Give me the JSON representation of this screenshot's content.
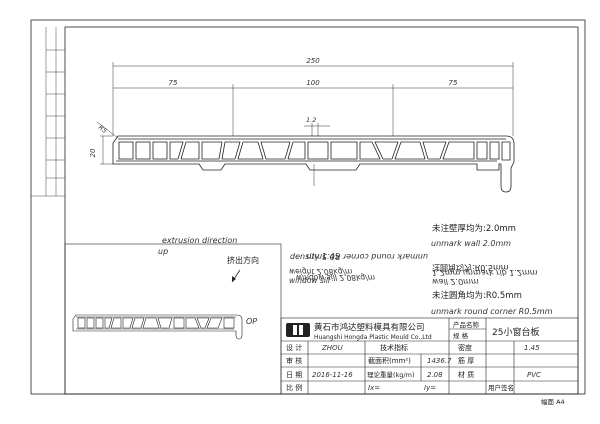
{
  "dimensions": {
    "overall": "250",
    "left": "75",
    "middle": "100",
    "right": "75",
    "height": "20",
    "rib": "1.2",
    "chamfer": "R5"
  },
  "extrusion": {
    "label": "extrusion direction",
    "up": "up",
    "op": "OP",
    "cn_label": "挤出方向"
  },
  "density_note": {
    "en": "density 1.45",
    "en_flipped": "weight 2.08kg/m",
    "en2": "window sill",
    "en2_flipped": "window sill 2.08kg/m"
  },
  "wall_notes": {
    "cn1": "未注壁厚均为:2.0mm",
    "en1": "unmark wall 2.0mm",
    "en1_flipped": "unmark round corner R0.5mm",
    "cn2_flipped": "注圆角均为:R0.5mm",
    "en2_flipped": "1.2mm unmark rib 1.2mm",
    "en3_flipped": "wall 2.0mm",
    "cn3": "未注圆角均为:R0.5mm",
    "en3": "unmark round corner R0.5mm"
  },
  "title_block": {
    "company_cn": "黄石市鸿达塑料模具有限公司",
    "company_en": "Huangshi Hongda Plastic Mould Co.,Ltd",
    "product_name_label": "产品名称",
    "spec_label": "规 格",
    "product_name": "25小窗台板",
    "rows": [
      {
        "label": "设 计",
        "value": "ZHOU",
        "tech_label": "技术指标",
        "tech_value": "",
        "right_label": "密度",
        "right_value": "1.45"
      },
      {
        "label": "审 核",
        "value": "",
        "tech_label": "截面积(mm²)",
        "tech_value": "1436.7",
        "right_label": "筋 厚",
        "right_value": ""
      },
      {
        "label": "日 期",
        "value": "2016-11-16",
        "tech_label": "理论重量(kg/m)",
        "tech_value": "2.08",
        "right_label": "材 质",
        "right_value": "PVC"
      },
      {
        "label": "比 例",
        "value": "",
        "tech_label": "Ix=",
        "tech_value": "Iy=",
        "right_label": "用户签名",
        "right_value": ""
      }
    ]
  },
  "sheet_size": "幅面 A4"
}
